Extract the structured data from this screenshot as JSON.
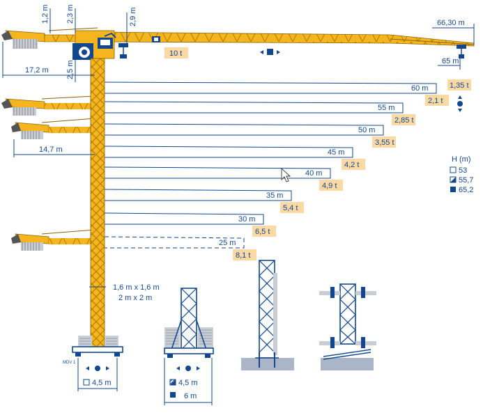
{
  "colors": {
    "steel": "#f5b51e",
    "steel_dark": "#b57f00",
    "navy": "#12478e",
    "label_bg": "#fbd9a5",
    "ballast": "#c9ced6",
    "ground": "#aab6c8"
  },
  "top_dims": {
    "jib_length": "66,30 m",
    "head_1": "1,2 m",
    "head_2": "2,3 m",
    "trolley_height": "2,9 m",
    "mast_top": "2,5 m",
    "counter_jib_top": "17,2 m",
    "counter_jib_mid": "14,7 m"
  },
  "max_load": "10 t",
  "tip": {
    "radius": "65 m",
    "load": "1,35 t"
  },
  "jibs": [
    {
      "radius": "60 m",
      "load": "2,1 t"
    },
    {
      "radius": "55 m",
      "load": "2,85 t"
    },
    {
      "radius": "50 m",
      "load": "3,55 t"
    },
    {
      "radius": "45 m",
      "load": "4,2 t"
    },
    {
      "radius": "40 m",
      "load": "4,9 t"
    },
    {
      "radius": "35 m",
      "load": "5,4 t"
    },
    {
      "radius": "30 m",
      "load": "6,5 t"
    },
    {
      "radius": "25 m",
      "load": "8,1 t"
    }
  ],
  "height_legend": {
    "title": "H (m)",
    "items": [
      "53",
      "55,7",
      "65,2"
    ]
  },
  "mast": {
    "section_1": "1,6 m x 1,6 m",
    "section_2": "2 m x 2 m",
    "base_tag": "MDV 1"
  },
  "bases": {
    "base_1": "4,5 m",
    "base_2a": "4,5 m",
    "base_2b": "6 m"
  }
}
